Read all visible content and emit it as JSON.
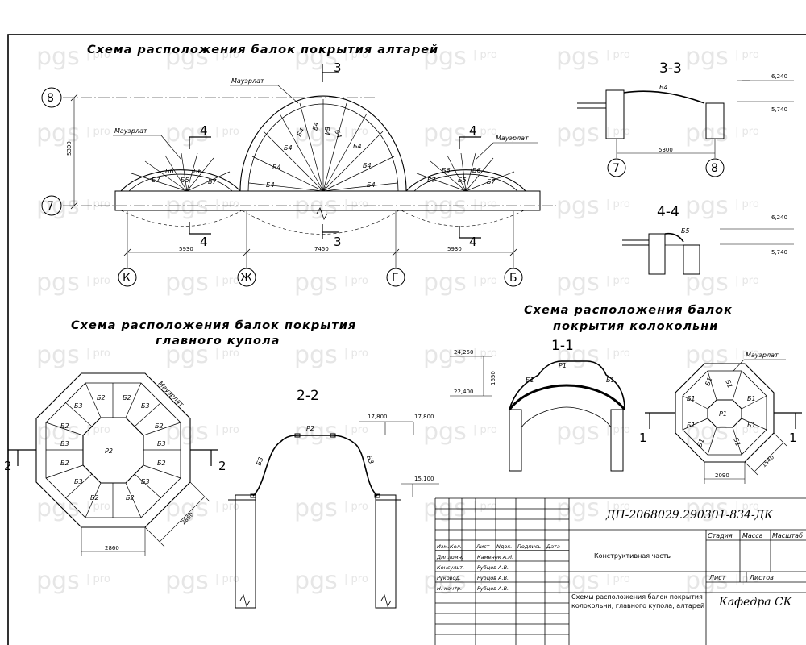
{
  "watermark": {
    "brand": "pgs",
    "sep": "|",
    "suffix": "pro"
  },
  "titles": {
    "altars": "Схема расположения балок покрытия алтарей",
    "dome_line1": "Схема расположения балок покрытия",
    "dome_line2": "главного купола",
    "bell_line1": "Схема расположения балок",
    "bell_line2": "покрытия колокольни"
  },
  "labels": {
    "mauerlat": "Мауэрлат",
    "sec_11": "1-1",
    "sec_22": "2-2",
    "sec_33": "3-3",
    "sec_44": "4-4",
    "cut1": "1",
    "cut2": "2",
    "cut3": "3",
    "cut4": "4",
    "b1": "Б1",
    "b2": "Б2",
    "b3": "Б3",
    "b4": "Б4",
    "b5": "Б5",
    "b6": "Б6",
    "b7": "Б7",
    "p1": "Р1",
    "p2": "Р2"
  },
  "axes": {
    "a7": "7",
    "a8": "8",
    "k": "К",
    "zh": "Ж",
    "g": "Г",
    "b": "Б"
  },
  "dims": {
    "h5300": "5300",
    "w5930a": "5930",
    "w7450": "7450",
    "w5930b": "5930",
    "s33": "5300",
    "d2860": "2860",
    "d2860b": "2860",
    "d2090": "2090",
    "d1540": "1540",
    "d1650": "1650"
  },
  "elev": {
    "e6240a": "6,240",
    "e5740a": "5,740",
    "e6240b": "6,240",
    "e5740b": "5,740",
    "e24250": "24,250",
    "e22400": "22,400",
    "e17800a": "17,800",
    "e17800b": "17,800",
    "e15100": "15,100"
  },
  "title_block": {
    "code": "ДП-2068029.290301-834-ДК",
    "headers": [
      "Изм.",
      "Кол.",
      "Лист",
      "Nдок.",
      "Подпись",
      "Дата"
    ],
    "rows": [
      {
        "role": "Дипломн.",
        "name": "Каменек А.И."
      },
      {
        "role": "Консульт.",
        "name": "Рубцов А.В."
      },
      {
        "role": "Руковод.",
        "name": "Рубцов А.В."
      },
      {
        "role": "Н. контр.",
        "name": "Рубцов А.В."
      }
    ],
    "part": "Конструктивная часть",
    "stage": "Стадия",
    "mass": "Масса",
    "scale": "Масштаб",
    "sheet": "Лист",
    "sheets": "Листов",
    "desc1": "Схемы расположения балок покрытия",
    "desc2": "колокольни, главного купола, алтарей",
    "dept": "Кафедра СК"
  }
}
